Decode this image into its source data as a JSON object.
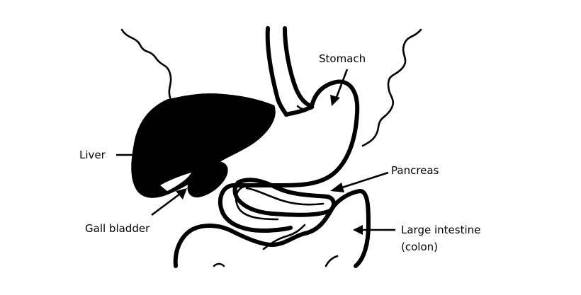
{
  "labels": {
    "stomach": "Stomach",
    "liver": "Liver",
    "pancreas": "Pancreas",
    "gall_bladder": "Gall bladder",
    "large_intestine_line1": "Large intestine",
    "large_intestine_line2": "(colon)"
  },
  "colors": {
    "ink": "#000000",
    "background": "#ffffff"
  }
}
